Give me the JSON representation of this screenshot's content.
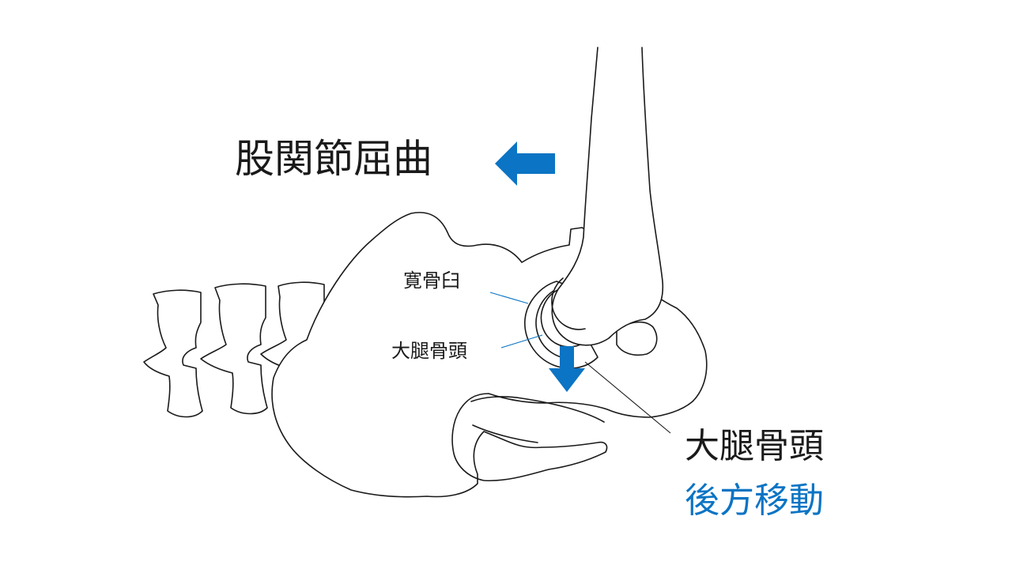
{
  "title": "股関節屈曲",
  "labels": {
    "acetabulum": "寛骨臼",
    "femoral_head": "大腿骨頭",
    "callout_line1": "大腿骨頭",
    "callout_line2": "後方移動"
  },
  "colors": {
    "text": "#1a1a1a",
    "accent_blue": "#0b74c4",
    "outline": "#1a1a1a"
  },
  "icons": {
    "flexion_arrow": "arrow-left",
    "posterior_arrow": "arrow-down"
  }
}
